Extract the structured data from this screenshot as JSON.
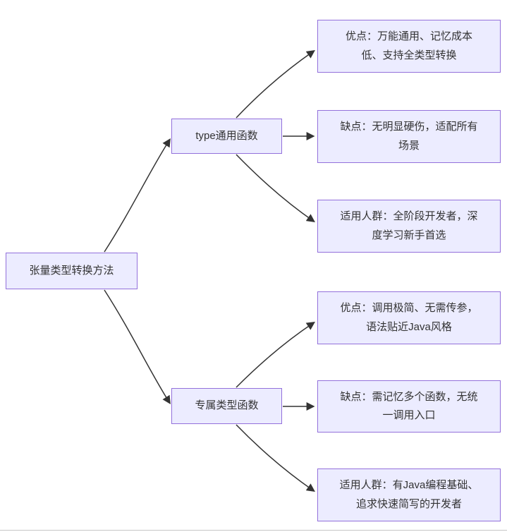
{
  "colors": {
    "node_fill": "#ECECFF",
    "node_border": "#9370DB",
    "arrow": "#333333",
    "text": "#333333",
    "canvas_bg": "#FFFFFF"
  },
  "diagram": {
    "root": {
      "label": "张量类型转换方法"
    },
    "branches": [
      {
        "label": "type通用函数",
        "leaves": [
          {
            "label": "优点：万能通用、记忆成本低、支持全类型转换"
          },
          {
            "label": "缺点：无明显硬伤，适配所有场景"
          },
          {
            "label": "适用人群：全阶段开发者，深度学习新手首选"
          }
        ]
      },
      {
        "label": "专属类型函数",
        "leaves": [
          {
            "label": "优点：调用极简、无需传参，语法贴近Java风格"
          },
          {
            "label": "缺点：需记忆多个函数，无统一调用入口"
          },
          {
            "label": "适用人群：有Java编程基础、追求快速简写的开发者"
          }
        ]
      }
    ]
  }
}
